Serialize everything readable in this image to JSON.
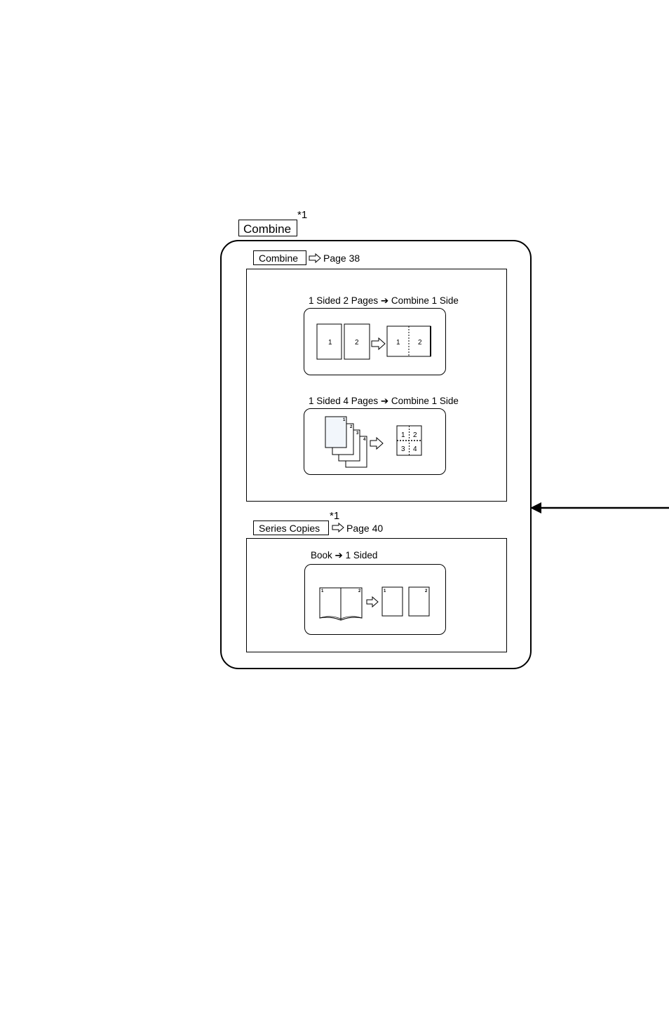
{
  "header": {
    "combine_key": "Combine",
    "footnote": "*1"
  },
  "combine_section": {
    "key": "Combine",
    "page_ref_prefix": "Page",
    "page_ref_number": "38",
    "items": [
      {
        "label": "1 Sided 2 Pages ➔ Combine 1 Side",
        "pages": [
          "1",
          "2"
        ],
        "result": [
          "1",
          "2"
        ]
      },
      {
        "label": "1 Sided 4 Pages ➔ Combine 1 Side",
        "pages": [
          "1",
          "2",
          "3",
          "4"
        ],
        "result": [
          "1",
          "2",
          "3",
          "4"
        ]
      }
    ]
  },
  "series_section": {
    "key": "Series Copies",
    "footnote": "*1",
    "page_ref_prefix": "Page",
    "page_ref_number": "40",
    "items": [
      {
        "label": "Book ➔ 1 Sided",
        "pages": [
          "1",
          "2"
        ],
        "result": [
          "1",
          "2"
        ]
      }
    ]
  }
}
